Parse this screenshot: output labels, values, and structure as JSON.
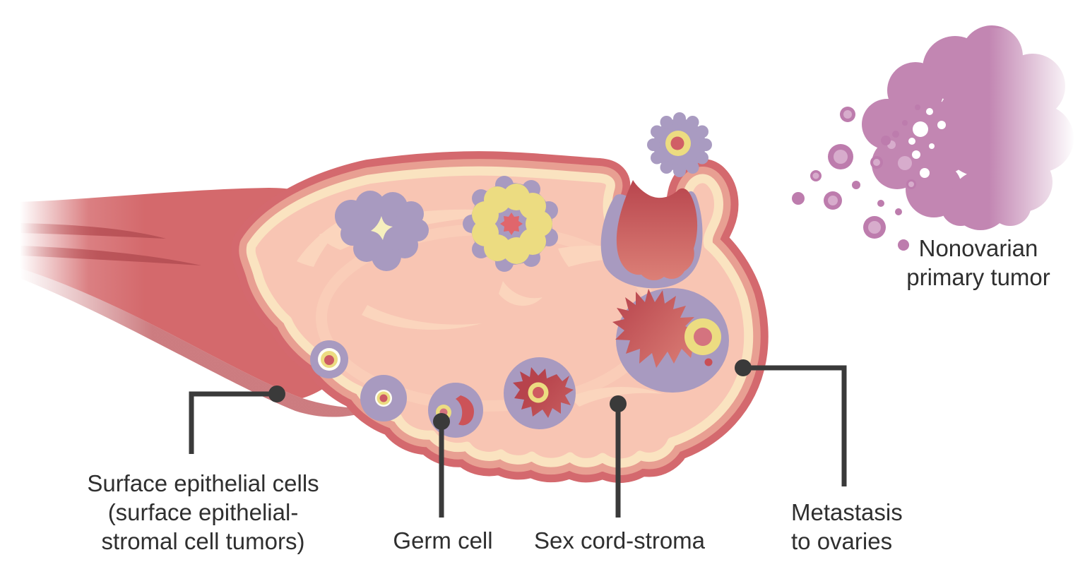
{
  "figure": {
    "type": "medical-illustration",
    "subject": "Ovary cross-section showing origins of ovarian tumor types"
  },
  "labels": {
    "surface_epithelial": {
      "lines": [
        "Surface epithelial cells",
        "(surface epithelial-",
        "stromal cell tumors)"
      ]
    },
    "germ_cell": {
      "lines": [
        "Germ cell"
      ]
    },
    "sex_cord_stroma": {
      "lines": [
        "Sex cord-stroma"
      ]
    },
    "metastasis": {
      "lines": [
        "Metastasis",
        "to ovaries"
      ]
    },
    "nonovarian": {
      "lines": [
        "Nonovarian",
        "primary tumor"
      ]
    }
  },
  "colors": {
    "background": "#ffffff",
    "ovary_rim": "#d4696e",
    "ovary_rim_inner": "#e89f92",
    "ovary_inner_line": "#fae3c0",
    "ovary_fill": "#f8c5b3",
    "ovary_highlight": "#fbd5bd",
    "stem": "#d4696c",
    "stem_streak": "#b85156",
    "tumor_purple": "#a89ac0",
    "tumor_yellow": "#ecdc81",
    "tumor_red_dark": "#b7434c",
    "tumor_red_light": "#de8379",
    "flower_center_red": "#e0666c",
    "cream_star": "#f6efbe",
    "follicle_white_ring": "#fffdf4",
    "follicle_center_red": "#cc5a64",
    "follicle_center_pink": "#d4737f",
    "metastasis_cloud": "#c286b2",
    "metastasis_satellite": "#bd7cad",
    "metastasis_satellite_light": "#d7accc",
    "leader_line": "#3a3a3a",
    "label_text": "#2f2f2f"
  }
}
